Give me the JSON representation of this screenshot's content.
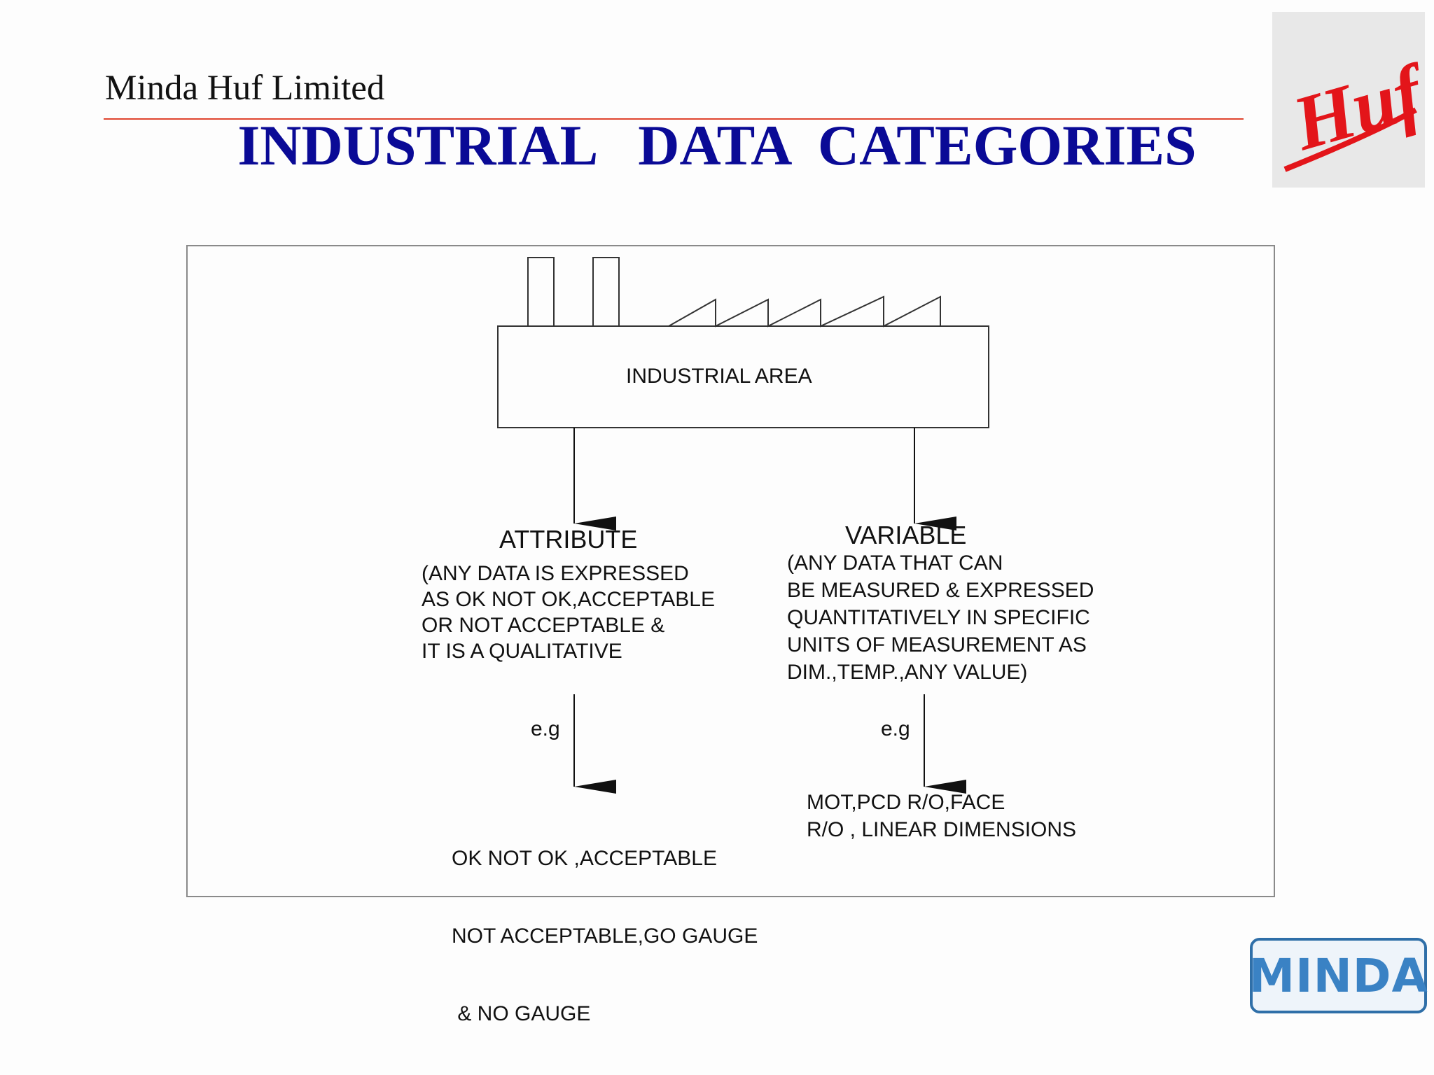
{
  "header": {
    "company": "Minda Huf Limited",
    "title": "INDUSTRIAL   DATA  CATEGORIES"
  },
  "logos": {
    "huf": "Huf",
    "minda": "MINDA"
  },
  "colors": {
    "title": "#0a0a96",
    "rule": "#e0442e",
    "huf_logo": "#e3151a",
    "minda_logo": "#3a82c4"
  },
  "diagram": {
    "root": "INDUSTRIAL AREA",
    "attribute": {
      "label": "ATTRIBUTE",
      "description": [
        "(ANY DATA IS EXPRESSED",
        "AS OK NOT OK,ACCEPTABLE",
        "OR NOT ACCEPTABLE &",
        "IT IS A QUALITATIVE"
      ],
      "eg_label": "e.g",
      "examples": [
        "OK NOT OK ,ACCEPTABLE",
        "NOT ACCEPTABLE,GO GAUGE",
        " & NO GAUGE"
      ]
    },
    "variable": {
      "label": "VARIABLE",
      "description": [
        "(ANY DATA THAT CAN",
        "BE MEASURED & EXPRESSED",
        "QUANTITATIVELY IN SPECIFIC",
        "UNITS OF MEASUREMENT AS",
        "DIM.,TEMP.,ANY VALUE)"
      ],
      "eg_label": "e.g",
      "examples": [
        "MOT,PCD R/O,FACE",
        "R/O , LINEAR DIMENSIONS"
      ]
    }
  }
}
